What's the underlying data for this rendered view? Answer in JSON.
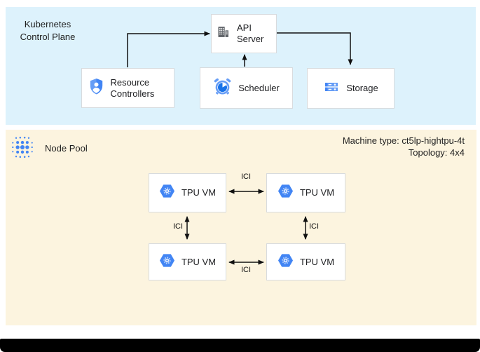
{
  "control_plane": {
    "title": "Kubernetes Control Plane",
    "nodes": {
      "api_server": {
        "label": "API Server"
      },
      "resource_controllers": {
        "label": "Resource Controllers"
      },
      "scheduler": {
        "label": "Scheduler"
      },
      "storage": {
        "label": "Storage"
      }
    }
  },
  "node_pool": {
    "title": "Node Pool",
    "machine_type": "Machine type: ct5lp-hightpu-4t",
    "topology": "Topology: 4x4",
    "tpu_vm_label": "TPU VM",
    "interconnect_label": "ICI"
  },
  "colors": {
    "control_plane_bg": "#ddf2fc",
    "node_pool_bg": "#fcf4df",
    "box_border": "#d8dbde",
    "google_blue": "#4285f4",
    "google_blue_light": "#669df6",
    "google_blue_dark": "#1a73e8",
    "icon_gray": "#5f6368",
    "arrow_black": "#111111"
  }
}
